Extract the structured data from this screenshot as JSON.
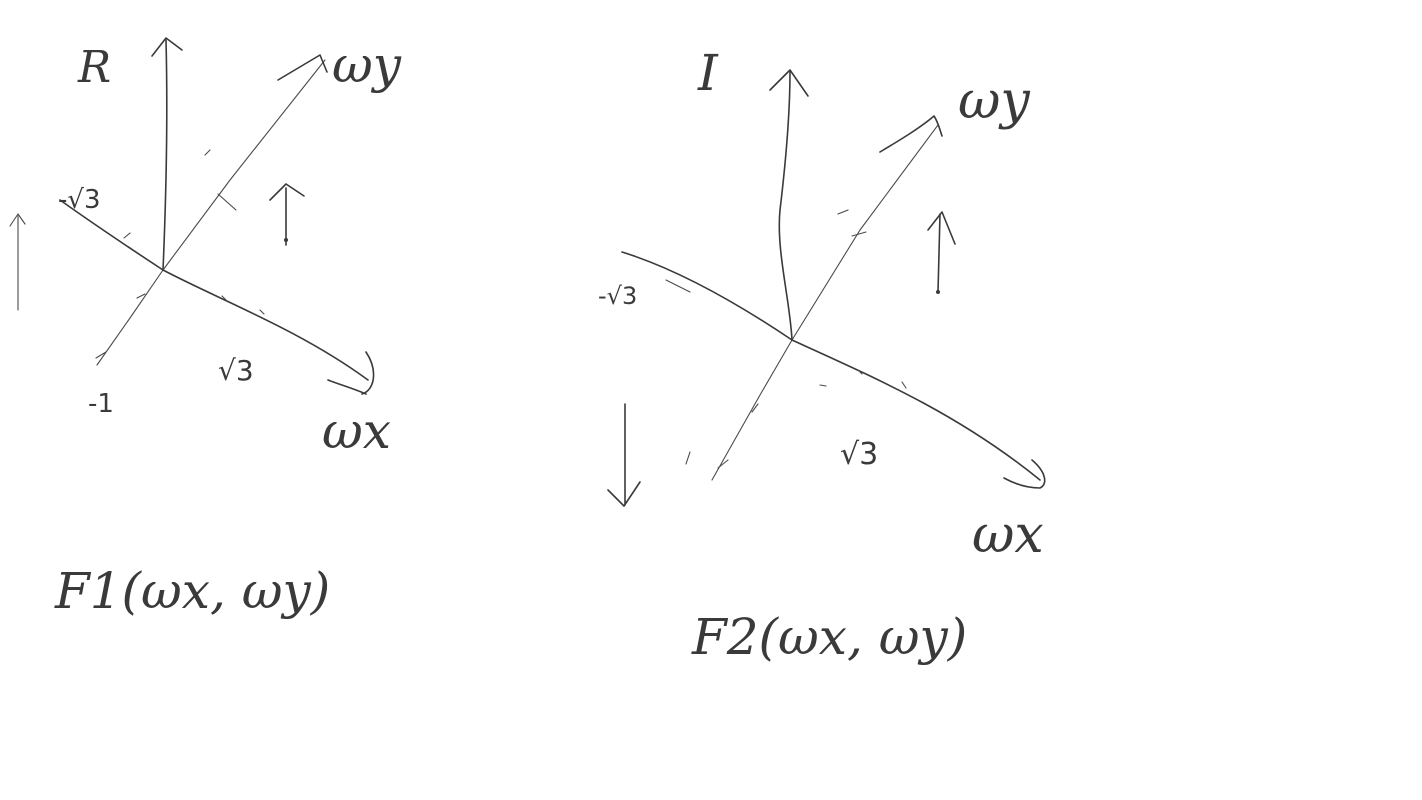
{
  "colors": {
    "ink": "#3a3a3a",
    "background": "#ffffff"
  },
  "plots": [
    {
      "vertical_label": "R",
      "wy_label": "ωy",
      "wx_label": "ωx",
      "neg_root3_label": "-√3",
      "pos_root3_label": "√3",
      "neg_one_label": "-1",
      "caption": "F1(ωx, ωy)"
    },
    {
      "vertical_label": "I",
      "wy_label": "ωy",
      "wx_label": "ωx",
      "neg_root3_label": "-√3",
      "pos_root3_label": "√3",
      "caption": "F2(ωx, ωy)"
    }
  ]
}
